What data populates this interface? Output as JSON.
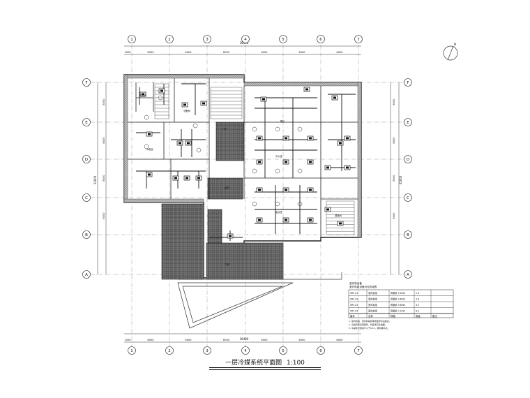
{
  "drawing": {
    "title": "一层冷媒系统平面图",
    "scale": "1:100",
    "grid_columns": [
      "1",
      "2",
      "3",
      "4",
      "5",
      "6",
      "7"
    ],
    "grid_rows": [
      "F",
      "E",
      "D",
      "C",
      "B",
      "A"
    ],
    "top_dimensions": [
      "1500",
      "6000",
      "6000",
      "6000",
      "6000",
      "6000",
      "6000"
    ],
    "bottom_dimensions": [
      "1500",
      "6000",
      "6000",
      "6000",
      "6000",
      "6000",
      "6000"
    ],
    "overall_width": "38400",
    "left_dimensions": [
      "8000",
      "8000",
      "8000",
      "8000"
    ],
    "right_dimensions": [
      "8000",
      "8000",
      "8000",
      "8000"
    ],
    "overall_height": "32000",
    "north_label": "N",
    "legend": {
      "header_line1": "室内机设备",
      "header_line2": "室外机组设备对应机组表",
      "rows": [
        [
          "VRF-01",
          "室内机组",
          "风管机 2.2kW",
          "2.4"
        ],
        [
          "VRF-02",
          "室内机组",
          "风管机 3.6kW",
          "3.6"
        ],
        [
          "VRF-03",
          "室内机组",
          "风管机 5.6kW",
          "4.5"
        ],
        [
          "VRF-04",
          "室内机组",
          "风管机 7.1kW",
          "6.0"
        ]
      ],
      "footer": [
        "编号",
        "名称",
        "规格",
        "数量",
        "备注"
      ],
      "notes": [
        "1. 室内机组、室外机组具体选型详见设备表。",
        "2. 冷媒管道采用铜管，管径详见系统图。",
        "3. 冷凝水管坡度不小于0.01，坡向排水点。"
      ]
    },
    "room_labels": [
      "门厅",
      "办公室",
      "走道",
      "会议室",
      "展厅",
      "楼梯间",
      "卫生间",
      "设备间",
      "休息区",
      "门廊"
    ]
  }
}
